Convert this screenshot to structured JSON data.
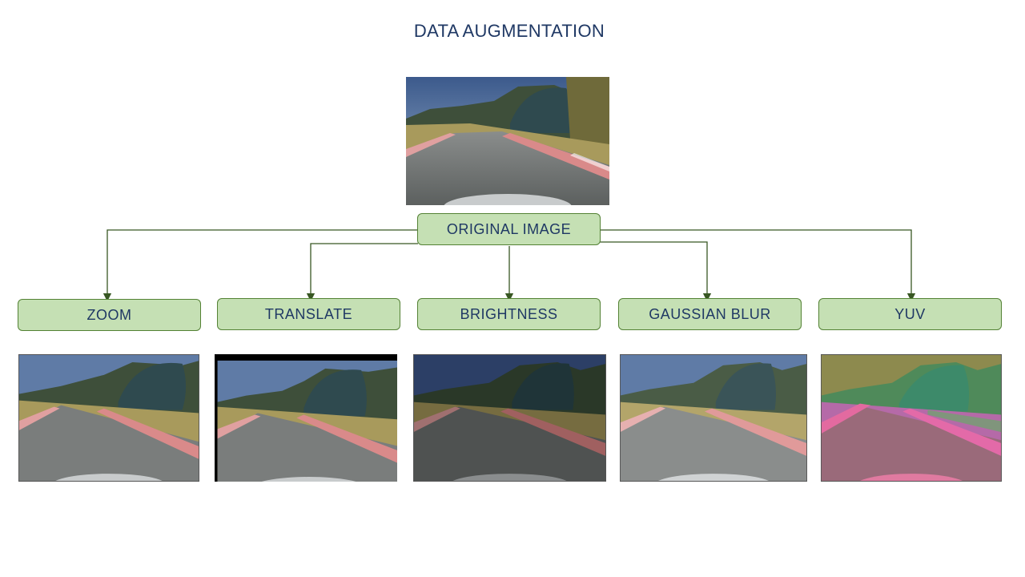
{
  "title": "DATA AUGMENTATION",
  "root": {
    "label": "ORIGINAL IMAGE"
  },
  "children": [
    {
      "label": "ZOOM"
    },
    {
      "label": "TRANSLATE"
    },
    {
      "label": "BRIGHTNESS"
    },
    {
      "label": "GAUSSIAN BLUR"
    },
    {
      "label": "YUV"
    }
  ],
  "colors": {
    "box_fill": "#c5e0b4",
    "box_border": "#548235",
    "text": "#1f3864",
    "connector": "#385723"
  }
}
